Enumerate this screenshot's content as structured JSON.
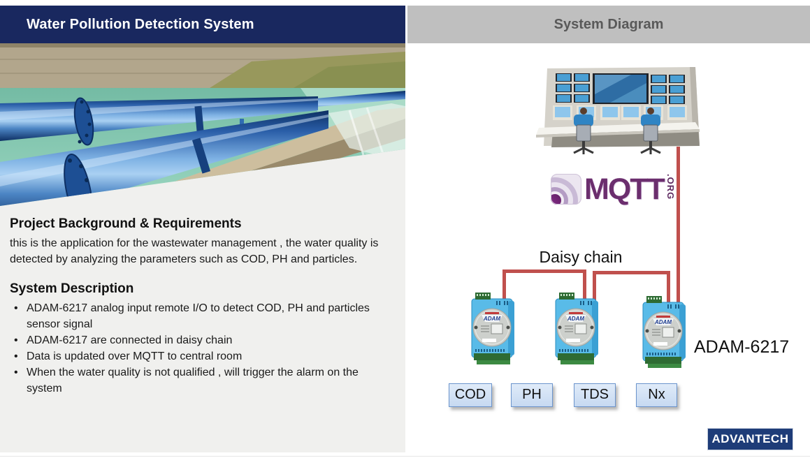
{
  "slide": {
    "left": {
      "title": "Water Pollution Detection System",
      "background_heading": "Project Background & Requirements",
      "background_text": "this is the application for the wastewater management , the water quality is detected by analyzing the parameters  such as COD, PH and particles.",
      "description_heading": "System Description",
      "description_bullets": [
        "ADAM-6217 analog input remote I/O to detect  COD, PH and particles sensor signal",
        "ADAM-6217 are connected in daisy chain",
        "Data is updated over MQTT to central room",
        "When the water quality is not qualified , will trigger the alarm on the system"
      ]
    },
    "right": {
      "title": "System Diagram",
      "daisy_chain_label": "Daisy chain",
      "device_model_label": "ADAM-6217",
      "device_face_label": "ADAM",
      "sensor_labels": [
        "COD",
        "PH",
        "TDS",
        "Nx"
      ],
      "mqtt": {
        "text": "MQTT",
        "suffix": ".ORG"
      },
      "advantech_logo_text": "ADVANTECH"
    },
    "colors": {
      "header_navy": "#19285f",
      "header_gray": "#bfbfbf",
      "header_gray_text": "#595959",
      "wire_red": "#c0504d",
      "sensor_box_border": "#6b94cc",
      "sensor_box_fill": "#cfe0f3",
      "device_blue": "#56b9e6",
      "mqtt_purple": "#6b2e6e",
      "advantech_navy": "#1e3c78"
    }
  }
}
